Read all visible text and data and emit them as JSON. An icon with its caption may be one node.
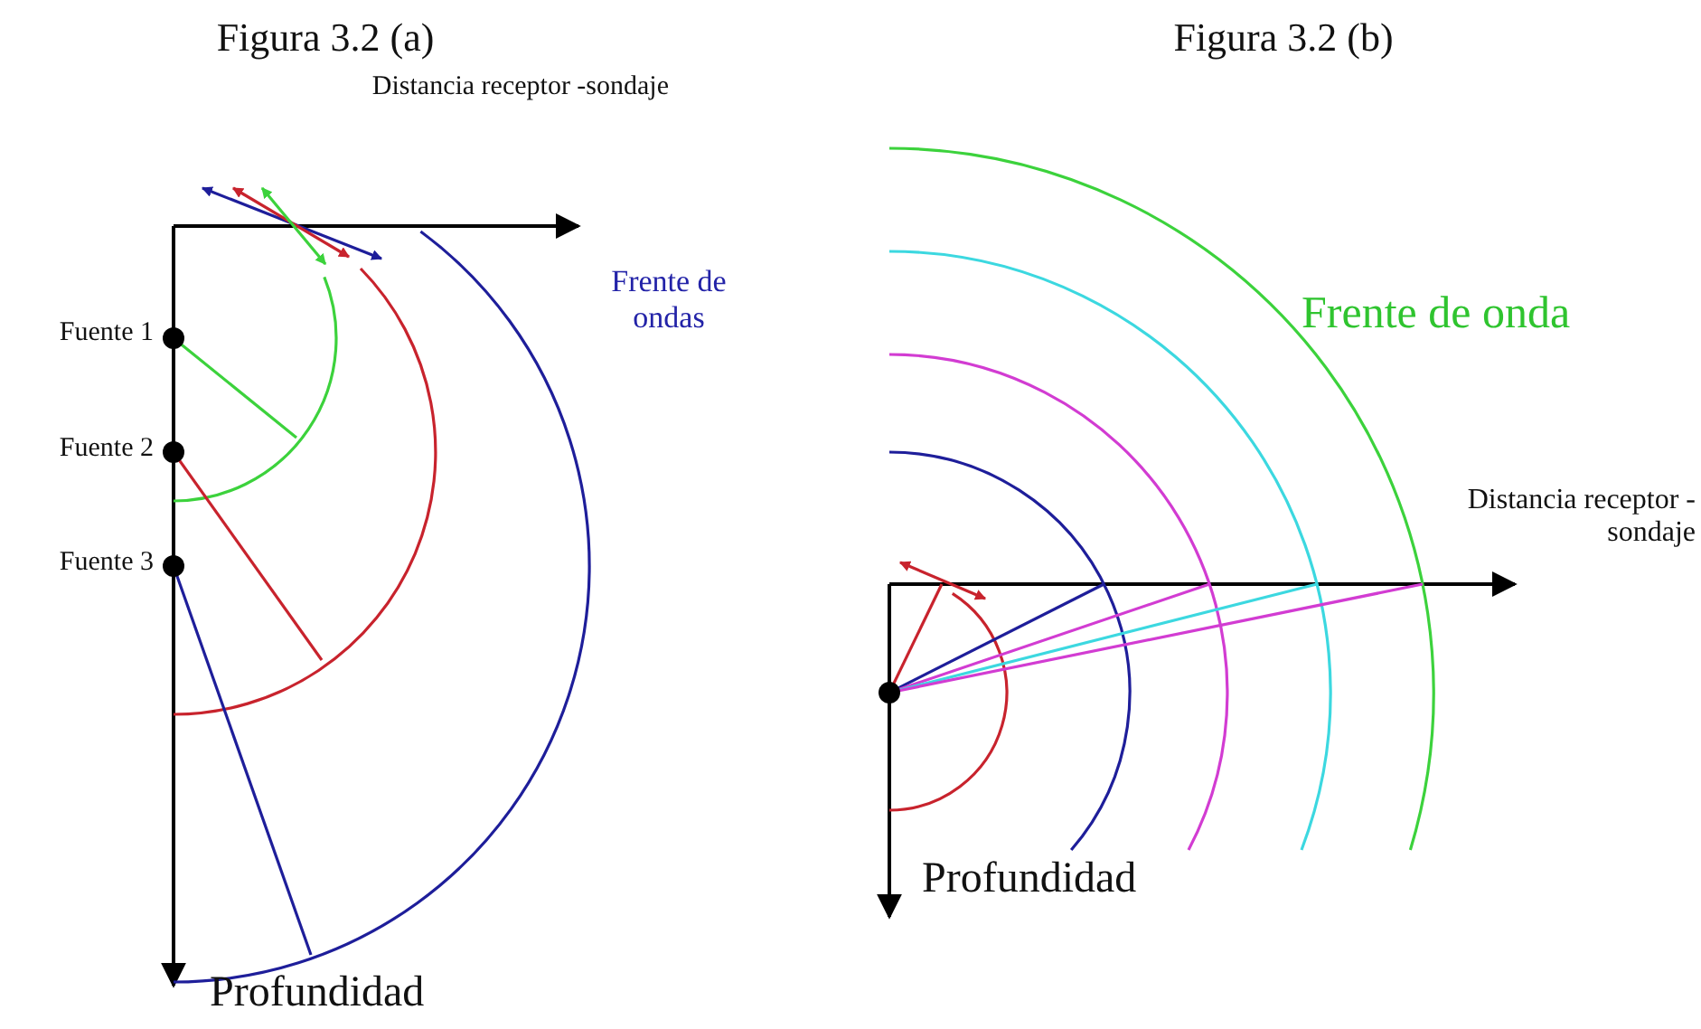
{
  "diagram": {
    "labels": [
      "Figura 3.2 (a)",
      "Figura 3.2 (b)",
      "Distancia receptor -sondaje",
      "Fuente 1",
      "Fuente 2",
      "Fuente 3",
      "Frente de ondas",
      "Profundidad",
      "Frente de onda",
      "Distancia receptor - sondaje",
      "Profundidad"
    ]
  }
}
